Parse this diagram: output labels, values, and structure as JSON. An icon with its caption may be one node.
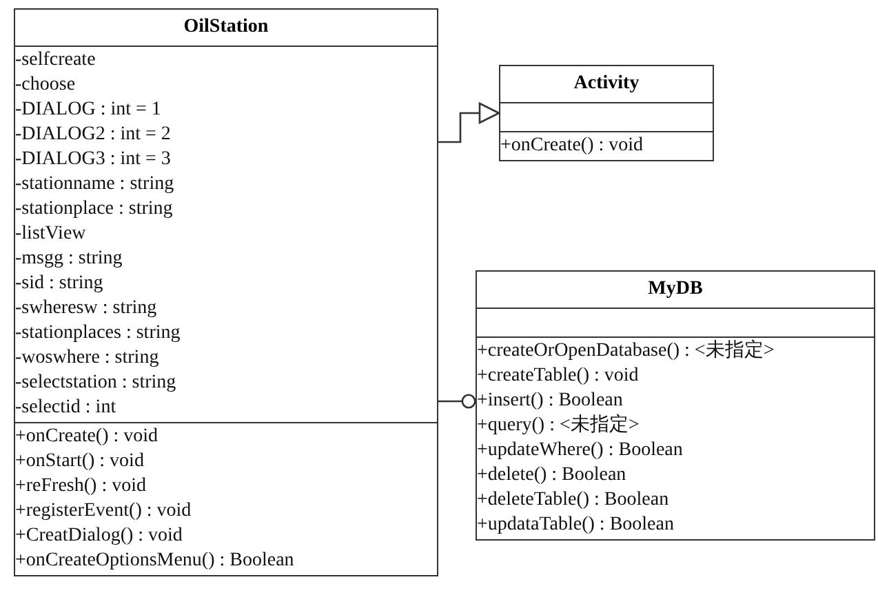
{
  "diagram": {
    "nodes": [
      {
        "text": [
          "OilStation",
          "-selfcreate",
          "-choose",
          "-DIALOG : int = 1",
          "-DIALOG2 : int = 2",
          "-DIALOG3 : int = 3",
          "-stationname : string",
          "-stationplace : string",
          "-listView",
          "-msgg : string",
          "-sid : string",
          "-swheresw : string",
          "-stationplaces : string",
          "-woswhere : string",
          "-selectstation : string",
          "-selectid : int",
          "+onCreate() : void",
          "+onStart() : void",
          "+reFresh() : void",
          "+registerEvent() : void",
          "+CreatDialog() : void",
          "+onCreateOptionsMenu() : Boolean"
        ]
      },
      {
        "text": [
          "Activity",
          "+onCreate() : void"
        ]
      },
      {
        "text": [
          "MyDB",
          "+createOrOpenDatabase() : <未指定>",
          "+createTable() : void",
          "+insert() : Boolean",
          "+query() : <未指定>",
          "+updateWhere() : Boolean",
          "+delete() : Boolean",
          "+deleteTable() : Boolean",
          "+updataTable() : Boolean"
        ]
      }
    ],
    "edges": [
      {
        "from": 0,
        "to": 1,
        "arrow": "to"
      },
      {
        "from": 0,
        "to": 2,
        "arrow": "other"
      }
    ]
  }
}
